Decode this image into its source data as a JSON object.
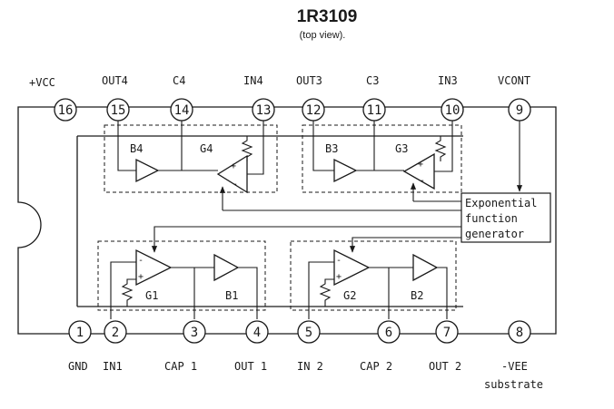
{
  "title": "1R3109",
  "subtitle": "(top view).",
  "top_pin_labels": {
    "16": "+VCC",
    "15": "OUT4",
    "14": "C4",
    "13": "IN4",
    "12": "OUT3",
    "11": "C3",
    "10": "IN3",
    "9": "VCONT"
  },
  "top_pins": [
    "16",
    "15",
    "14",
    "13",
    "12",
    "11",
    "10",
    "9"
  ],
  "bottom_pins": [
    "1",
    "2",
    "3",
    "4",
    "5",
    "6",
    "7",
    "8"
  ],
  "bottom_pin_labels": {
    "1": "GND",
    "2": "IN1",
    "3": "CAP 1",
    "4": "OUT 1",
    "5": "IN 2",
    "6": "CAP 2",
    "7": "OUT 2",
    "8": "-VEE"
  },
  "substrate_label": "substrate",
  "exp_generator": {
    "line1": "Exponential",
    "line2": "function",
    "line3": "generator"
  },
  "blocks": {
    "B4": "B4",
    "G4": "G4",
    "B3": "B3",
    "G3": "G3",
    "G1": "G1",
    "B1": "B1",
    "G2": "G2",
    "B2": "B2"
  },
  "signs": {
    "plus": "+",
    "minus": "-"
  }
}
